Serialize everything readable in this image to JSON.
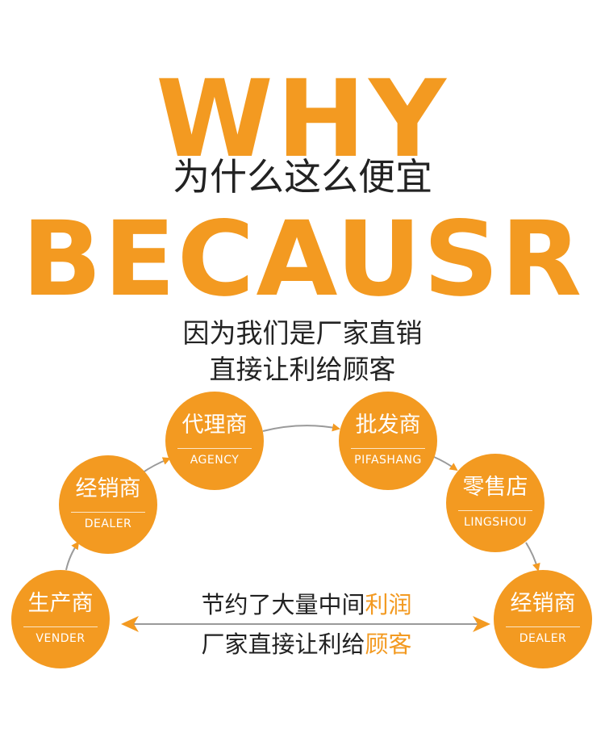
{
  "header": {
    "why": "WHY",
    "why_sub": "为什么这么便宜",
    "because": "BECAUSR",
    "reason_line1": "因为我们是厂家直销",
    "reason_line2": "直接让利给顾客"
  },
  "flow": {
    "nodes": [
      {
        "id": "vender",
        "cn": "生产商",
        "en": "VENDER"
      },
      {
        "id": "dealer-left",
        "cn": "经销商",
        "en": "DEALER"
      },
      {
        "id": "agency",
        "cn": "代理商",
        "en": "AGENCY"
      },
      {
        "id": "pifashang",
        "cn": "批发商",
        "en": "PIFASHANG"
      },
      {
        "id": "lingshou",
        "cn": "零售店",
        "en": "LINGSHOU"
      },
      {
        "id": "dealer-right",
        "cn": "经销商",
        "en": "DEALER"
      }
    ]
  },
  "note": {
    "line1_prefix": "节约了大量中间",
    "line1_highlight": "利润",
    "line2_prefix": "厂家直接让利给",
    "line2_highlight": "顾客"
  },
  "colors": {
    "accent": "#f39a21",
    "text": "#222222",
    "connector": "#9a9a9a"
  }
}
